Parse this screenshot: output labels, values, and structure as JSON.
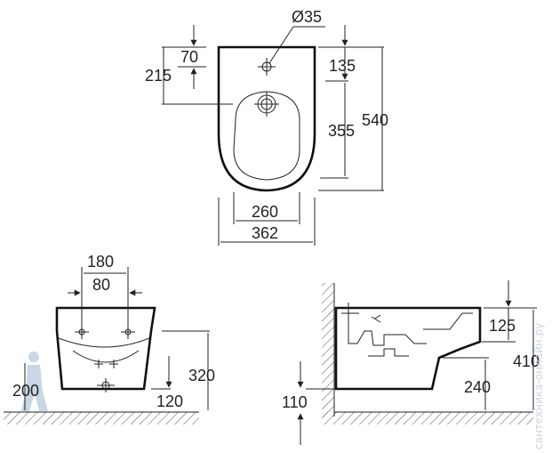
{
  "dimensions": {
    "top_view": {
      "hole_diameter": "Ø35",
      "left_outer": "215",
      "left_inner": "70",
      "right_top": "135",
      "right_mid": "355",
      "right_total": "540",
      "inner_width": "260",
      "outer_width": "362"
    },
    "front_view": {
      "top_outer": "180",
      "top_inner": "80",
      "height": "320",
      "bottom": "120",
      "person_height": "200"
    },
    "side_view": {
      "floor_offset": "110",
      "top": "125",
      "total": "410",
      "bottom": "240"
    }
  },
  "watermark": "сантехника-онлайн.ру",
  "icons": [
    "person-icon"
  ]
}
